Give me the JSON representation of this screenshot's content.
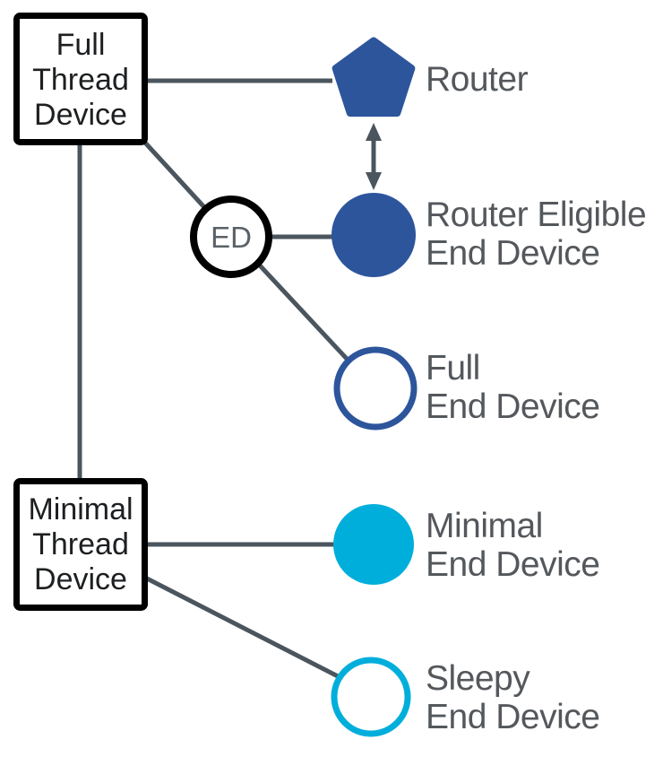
{
  "nodes": {
    "full_thread_device": {
      "lines": [
        "Full",
        "Thread",
        "Device"
      ]
    },
    "minimal_thread_device": {
      "lines": [
        "Minimal",
        "Thread",
        "Device"
      ]
    },
    "ed": {
      "label": "ED"
    },
    "router": {
      "label": "Router"
    },
    "router_eligible_end_device": {
      "lines": [
        "Router Eligible",
        "End Device"
      ]
    },
    "full_end_device": {
      "lines": [
        "Full",
        "End Device"
      ]
    },
    "minimal_end_device": {
      "lines": [
        "Minimal",
        "End Device"
      ]
    },
    "sleepy_end_device": {
      "lines": [
        "Sleepy",
        "End Device"
      ]
    }
  },
  "colors": {
    "router_blue": "#2d559c",
    "minimal_cyan": "#00aedb",
    "connector_gray": "#4b555e",
    "label_text": "#54585c",
    "box_text": "#1d1f21",
    "box_border": "#000000",
    "ed_text": "#5a6167",
    "background": "#ffffff"
  }
}
